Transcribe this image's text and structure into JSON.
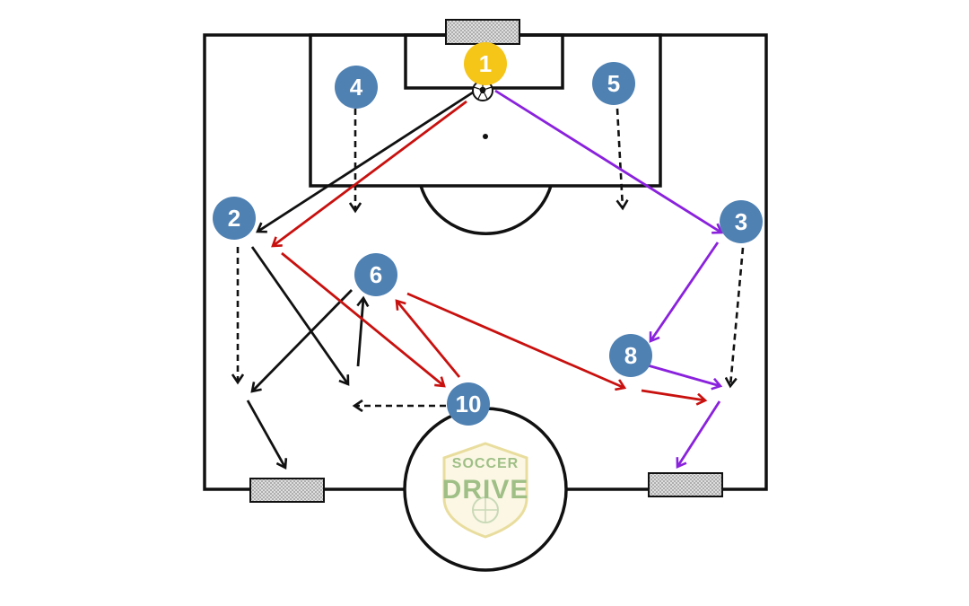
{
  "diagram": {
    "colors": {
      "line": "#111111",
      "player": "#4f81b3",
      "goalkeeper": "#f5c518",
      "pass_black": "#111111",
      "pass_red": "#c8110f",
      "pass_purple": "#8a22dd",
      "logo": "#9fbf86"
    },
    "players": [
      {
        "id": "gk",
        "label": "1",
        "role": "goalkeeper"
      },
      {
        "id": "p2",
        "label": "2",
        "role": "field"
      },
      {
        "id": "p3",
        "label": "3",
        "role": "field"
      },
      {
        "id": "p4",
        "label": "4",
        "role": "field"
      },
      {
        "id": "p5",
        "label": "5",
        "role": "field"
      },
      {
        "id": "p6",
        "label": "6",
        "role": "field"
      },
      {
        "id": "p8",
        "label": "8",
        "role": "field"
      },
      {
        "id": "p10",
        "label": "10",
        "role": "field"
      }
    ],
    "logo": {
      "top_text": "SOCCER",
      "main_text": "DRIVE"
    },
    "icons": [
      "soccer-ball-icon",
      "goal-net-icon"
    ]
  }
}
